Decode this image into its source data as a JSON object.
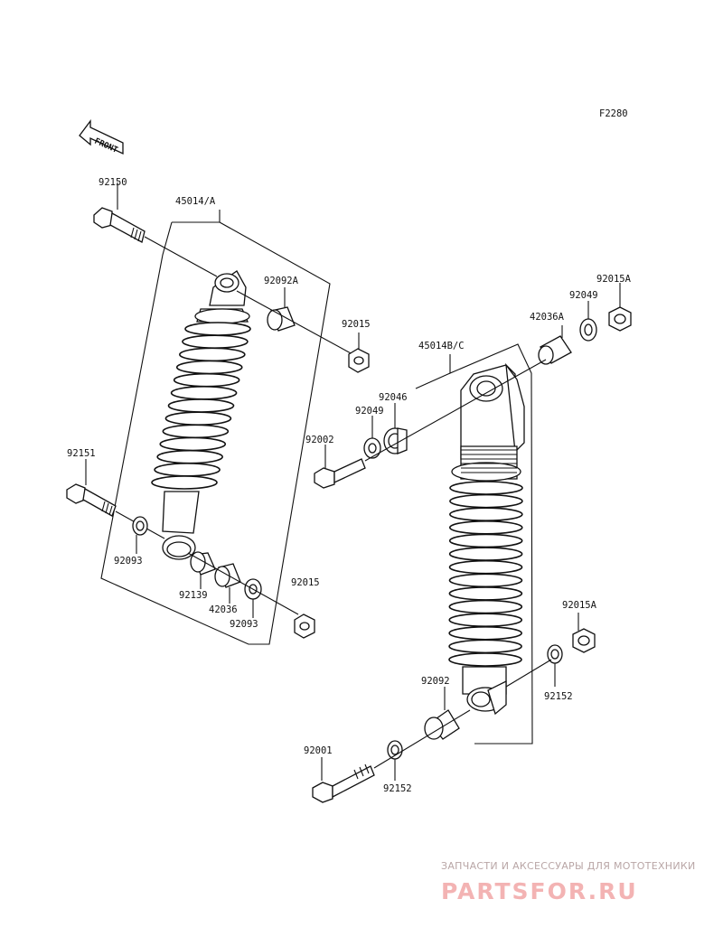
{
  "diagram": {
    "code": "F2280",
    "front_label": "FRONT",
    "watermark": {
      "tagline": "ЗАПЧАСТИ И АКСЕССУАРЫ ДЛЯ МОТОТЕХНИКИ",
      "brand": "PARTSFOR.RU"
    },
    "labels": {
      "p92150": "92150",
      "p45014A": "45014/A",
      "p92092A": "92092A",
      "p92015_top": "92015",
      "p92015A_top": "92015A",
      "p92049_top": "92049",
      "p42036A": "42036A",
      "p45014BC": "45014B/C",
      "p92046": "92046",
      "p92049_mid": "92049",
      "p92002": "92002",
      "p92151": "92151",
      "p92093_left": "92093",
      "p92139": "92139",
      "p42036": "42036",
      "p92093_low": "92093",
      "p92015_low": "92015",
      "p92015A_low": "92015A",
      "p92152_right": "92152",
      "p92092": "92092",
      "p92001": "92001",
      "p92152_low": "92152"
    }
  }
}
